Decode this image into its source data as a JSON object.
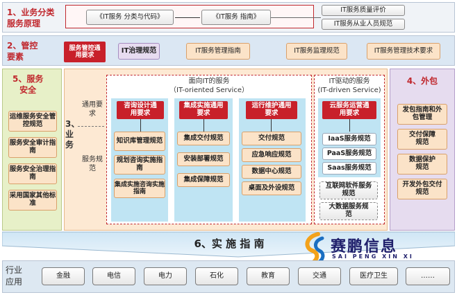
{
  "row1": {
    "label_line1": "1、业务分类",
    "label_line2": "服务原理",
    "boxes": [
      "《IT服务 分类与代码》",
      "《IT服务 指南》"
    ],
    "right_boxes": [
      "IT服务质量评价",
      "IT服务从业人员规范"
    ]
  },
  "row2": {
    "label_line1": "2、管控",
    "label_line2": "要素",
    "red_box": "服务管控通用要求",
    "purple_box": "IT治理规范",
    "boxes": [
      "IT服务管理指南",
      "IT服务监理规范",
      "IT服务管理技术要求"
    ]
  },
  "security": {
    "title_line1": "5、服务",
    "title_line2": "安全",
    "items": [
      "运维服务安全管控规范",
      "服务安全审计指南",
      "服务安全治理指南",
      "采用国家其他标准"
    ]
  },
  "business": {
    "label": "3、业务",
    "general_req": "通用要求",
    "service_spec": "服务规范",
    "oriented_title": "面向IT的服务",
    "oriented_subtitle": "（IT-oriented Service）",
    "driven_title": "IT驱动的服务",
    "driven_subtitle": "(IT-driven Service)",
    "columns": [
      {
        "header": "咨询设计通用要求",
        "items": [
          "知识库管理规范",
          "规划咨询实施指南",
          "集成实施咨询实施指南"
        ]
      },
      {
        "header": "集成实施通用要求",
        "items": [
          "集成交付规范",
          "安装部署规范",
          "集成保障规范"
        ]
      },
      {
        "header": "运行维护通用要求",
        "items": [
          "交付规范",
          "应急响应规范",
          "数据中心规范",
          "桌面及外设规范"
        ]
      },
      {
        "header": "云服务运营通用要求",
        "items": [
          "IaaS服务规范",
          "PaaS服务规范",
          "Saas服务规范"
        ]
      }
    ],
    "extra_items": [
      "互联网软件服务规范",
      "大数据服务规范"
    ]
  },
  "outsourcing": {
    "title": "4、外包",
    "items": [
      "发包指南和外包管理",
      "交付保障规范",
      "数据保护规范",
      "开发外包交付规范"
    ]
  },
  "implementation": {
    "title": "6、实 施 指 南"
  },
  "industry": {
    "label_line1": "行业",
    "label_line2": "应用",
    "items": [
      "金融",
      "电信",
      "电力",
      "石化",
      "教育",
      "交通",
      "医疗卫生",
      "……"
    ]
  },
  "logo": {
    "name": "赛鹏信息",
    "pinyin": "SAI PENG XIN XI"
  },
  "colors": {
    "accent_red": "#c0272d",
    "orange_fill": "#fbe3c8",
    "blue_fill": "#bfe4f3",
    "purple_fill": "#e7dcf0"
  }
}
